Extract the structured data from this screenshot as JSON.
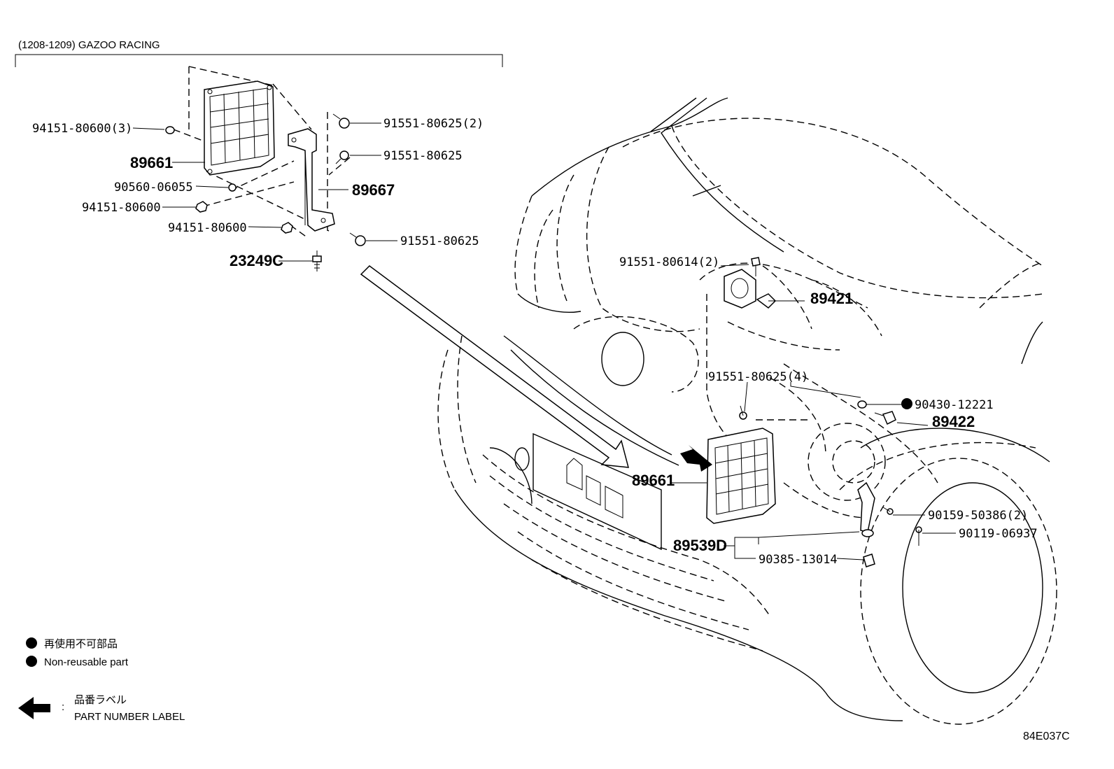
{
  "header": {
    "range_label": "(1208-1209)  GAZOO RACING"
  },
  "callouts": {
    "c94151_80600_3": "94151-80600(3)",
    "c89661_top": "89661",
    "c90560_06055": "90560-06055",
    "c94151_80600_a": "94151-80600",
    "c94151_80600_b": "94151-80600",
    "c23249c": "23249C",
    "c91551_80625_2": "91551-80625(2)",
    "c91551_80625_a": "91551-80625",
    "c89667": "89667",
    "c91551_80625_b": "91551-80625",
    "c91551_80614_2": "91551-80614(2)",
    "c89421": "89421",
    "c91551_80625_4": "91551-80625(4)",
    "c90430_12221": "90430-12221",
    "c89422": "89422",
    "c89661_main": "89661",
    "c90159_50386_2": "90159-50386(2)",
    "c90119_06937": "90119-06937",
    "c89539d": "89539D",
    "c90385_13014": "90385-13014"
  },
  "legend": {
    "nonreusable_jp": "再使用不可部品",
    "nonreusable_en": "Non-reusable part",
    "label_jp": "品番ラベル",
    "label_en": "PART NUMBER LABEL",
    "separator": ":"
  },
  "diagram_code": "84E037C",
  "icons": {
    "bullet": "filled-circle-icon",
    "arrow": "left-arrow-icon"
  },
  "colors": {
    "ink": "#000000",
    "paper": "#ffffff"
  }
}
